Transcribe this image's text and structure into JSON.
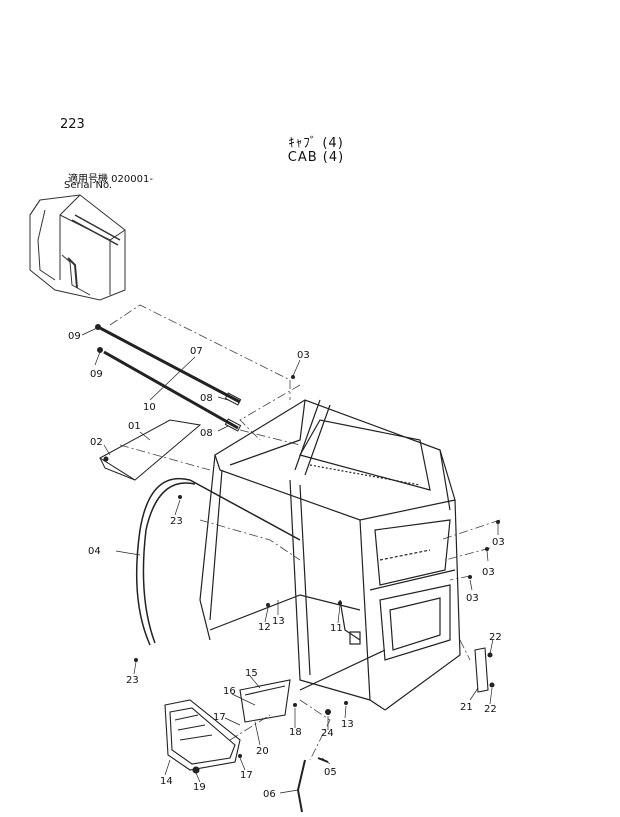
{
  "header": {
    "page_number": "223",
    "title_jp": "ｷｬﾌﾞ  (4)",
    "title_en": "CAB (4)",
    "serial_label_jp": "適用号機  020001-",
    "serial_label_en": "Serial No."
  },
  "callouts": [
    "09",
    "07",
    "09",
    "10",
    "08",
    "01",
    "08",
    "02",
    "03",
    "04",
    "23",
    "03",
    "03",
    "03",
    "13",
    "12",
    "11",
    "15",
    "16",
    "17",
    "18",
    "13",
    "24",
    "20",
    "22",
    "21",
    "22",
    "23",
    "14",
    "19",
    "17",
    "05",
    "06"
  ]
}
